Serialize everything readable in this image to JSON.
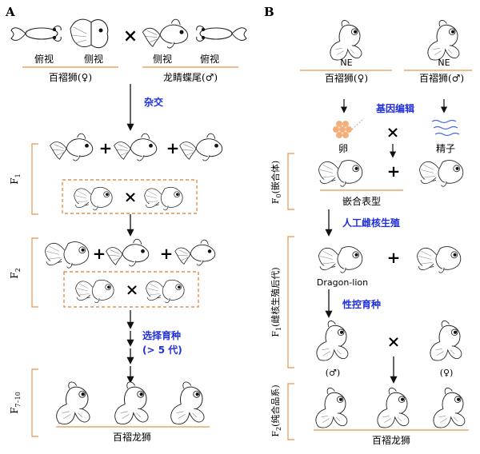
{
  "panel_a": {
    "label": "A",
    "parent_views": [
      "俯视",
      "侧视",
      "侧视",
      "俯视"
    ],
    "parent_left": "百褶狮(♀)",
    "parent_right": "龙睛蝶尾(♂)",
    "cross_label": "杂交",
    "gen_f1": [
      "F",
      "1"
    ],
    "gen_f2": [
      "F",
      "2"
    ],
    "gen_f7": [
      "F",
      "7–10"
    ],
    "selection_label_1": "选择育种",
    "selection_label_2": "(> 5 代)",
    "result_label": "百褶龙狮",
    "plus": "+",
    "cross": "×"
  },
  "panel_b": {
    "label": "B",
    "ne_left": "NE",
    "ne_right": "NE",
    "parent_left": "百褶狮(♀)",
    "parent_right": "百褶狮(♂)",
    "edit_label": "基因编辑",
    "egg_label": "卵",
    "sperm_label": "精子",
    "f0_gen": [
      "F",
      "0",
      "(嵌合体)"
    ],
    "chimera_label": "嵌合表型",
    "clone_label": "人工雌核生殖",
    "f1_gen": [
      "F",
      "1",
      "(雌核生殖后代)"
    ],
    "dragon_lion_label": "Dragon-lion",
    "sex_label": "性控育种",
    "male_label": "(♂)",
    "female_label": "(♀)",
    "f2_gen": [
      "F",
      "2",
      "(纯合品系)"
    ],
    "result_label": "百褶龙狮",
    "plus": "+",
    "cross": "×"
  },
  "colors": {
    "accent_blue": "#1f2fe0",
    "bracket_orange": "#e8944a",
    "dashed_orange": "#e07b2a"
  }
}
